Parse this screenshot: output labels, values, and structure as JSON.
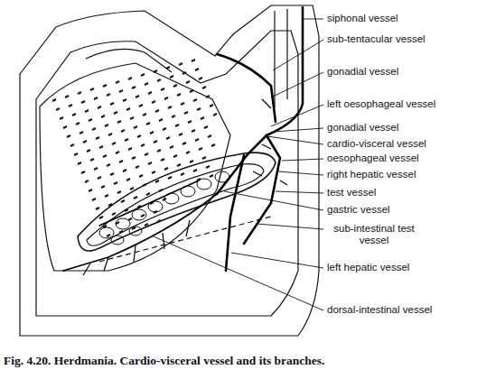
{
  "diagram": {
    "caption": "Fig. 4.20. Herdmania. Cardio-visceral vessel and its branches.",
    "labels": [
      "siphonal vessel",
      "sub-tentacular vessel",
      "gonadial vessel",
      "left oesophageal vessel",
      "gonadial vessel",
      "cardio-visceral vessel",
      "oesophageal vessel",
      "right hepatic vessel",
      "test vessel",
      "gastric vessel",
      "sub-intestinal test vessel",
      "left hepatic vessel",
      "dorsal-intestinal vessel"
    ]
  }
}
